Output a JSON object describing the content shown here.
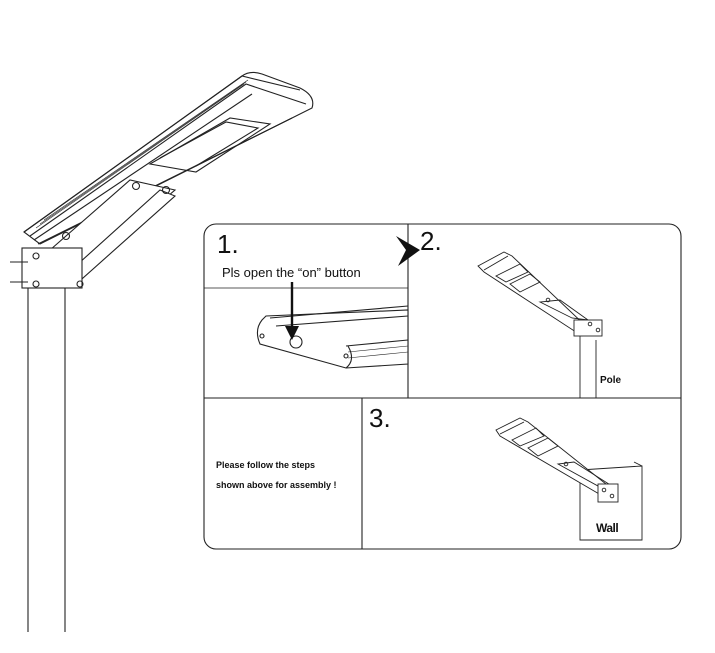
{
  "steps": {
    "step1": {
      "number": "1.",
      "caption": "Pls open the “on” button"
    },
    "step2": {
      "number": "2.",
      "label": "Pole"
    },
    "step3": {
      "number": "3.",
      "label": "Wall"
    }
  },
  "note": {
    "line1": "Please follow the steps",
    "line2": "shown above for assembly !"
  },
  "colors": {
    "line": "#222222",
    "panel": "#ffffff"
  }
}
